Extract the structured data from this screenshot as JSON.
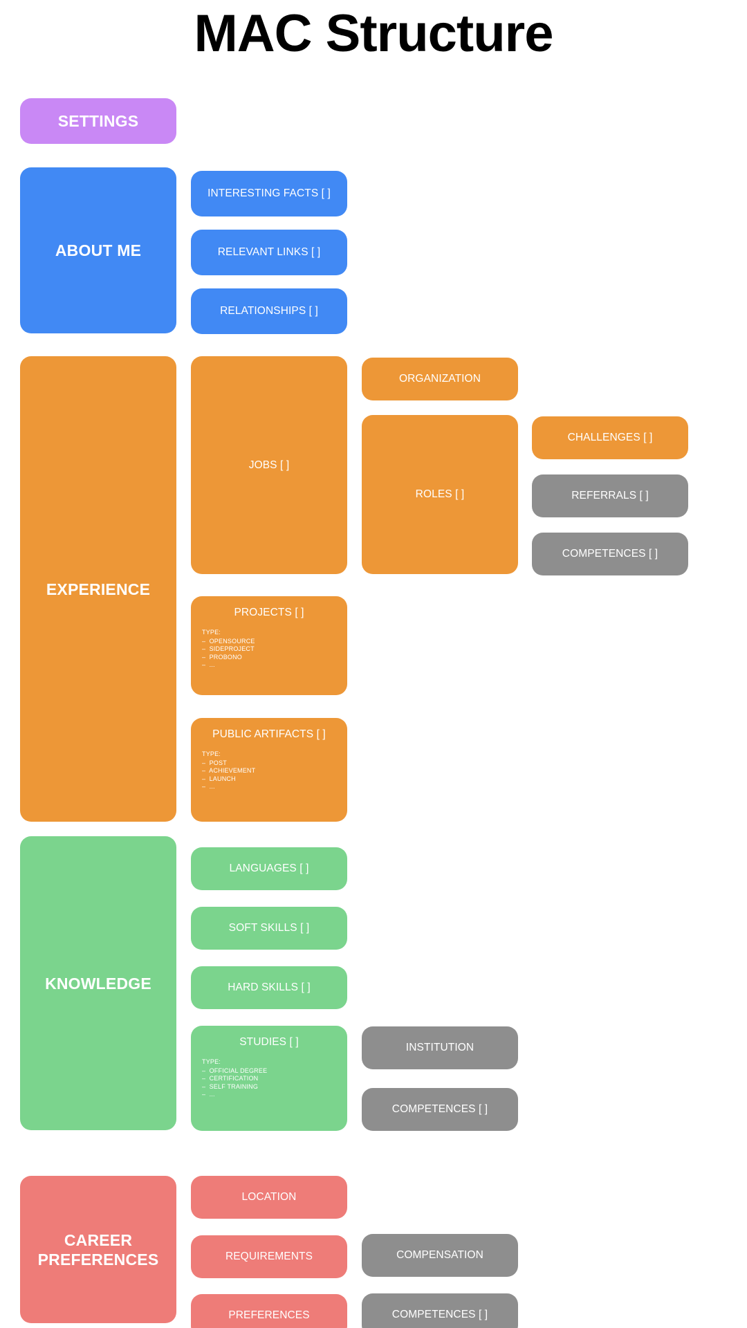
{
  "page": {
    "title": "MAC Structure",
    "background": "#FFFFFF"
  },
  "colors": {
    "purple": "#C988F5",
    "blue": "#4189F4",
    "orange": "#ED9737",
    "green": "#7BD48D",
    "salmon": "#EE7C78",
    "gray": "#8E8E8E",
    "text_on_box": "#FFFFFF",
    "title_text": "#000000"
  },
  "sections": {
    "settings": {
      "label": "SETTINGS",
      "color": "#C988F5"
    },
    "about_me": {
      "label": "ABOUT ME",
      "color": "#4189F4",
      "children": [
        {
          "label": "INTERESTING FACTS [ ]",
          "color": "#4189F4"
        },
        {
          "label": "RELEVANT LINKS [ ]",
          "color": "#4189F4"
        },
        {
          "label": "RELATIONSHIPS [ ]",
          "color": "#4189F4"
        }
      ]
    },
    "experience": {
      "label": "EXPERIENCE",
      "color": "#ED9737",
      "children": [
        {
          "label": "JOBS [ ]",
          "color": "#ED9737"
        },
        {
          "label": "PROJECTS [ ]",
          "color": "#ED9737"
        },
        {
          "label": "PUBLIC ARTIFACTS [ ]",
          "color": "#ED9737"
        }
      ],
      "jobs_children": [
        {
          "label": "ORGANIZATION",
          "color": "#ED9737"
        },
        {
          "label": "ROLES [ ]",
          "color": "#ED9737"
        }
      ],
      "roles_children": [
        {
          "label": "CHALLENGES [ ]",
          "color": "#ED9737"
        },
        {
          "label": "REFERRALS [ ]",
          "color": "#8E8E8E"
        },
        {
          "label": "COMPETENCES [ ]",
          "color": "#8E8E8E"
        }
      ],
      "projects_types": {
        "head": "TYPE:",
        "items": [
          "–  OPENSOURCE",
          "–  SIDEPROJECT",
          "–  PROBONO",
          "–  ..."
        ]
      },
      "artifacts_types": {
        "head": "TYPE:",
        "items": [
          "–  POST",
          "–  ACHIEVEMENT",
          "–  LAUNCH",
          "–  ..."
        ]
      }
    },
    "knowledge": {
      "label": "KNOWLEDGE",
      "color": "#7BD48D",
      "children": [
        {
          "label": "LANGUAGES [ ]",
          "color": "#7BD48D"
        },
        {
          "label": "SOFT SKILLS [ ]",
          "color": "#7BD48D"
        },
        {
          "label": "HARD SKILLS [ ]",
          "color": "#7BD48D"
        },
        {
          "label": "STUDIES [ ]",
          "color": "#7BD48D"
        }
      ],
      "studies_children": [
        {
          "label": "INSTITUTION",
          "color": "#8E8E8E"
        },
        {
          "label": "COMPETENCES [ ]",
          "color": "#8E8E8E"
        }
      ],
      "studies_types": {
        "head": "TYPE:",
        "items": [
          "–  OFFICIAL DEGREE",
          "–  CERTIFICATION",
          "–  SELF TRAINING",
          "–  ..."
        ]
      }
    },
    "career_preferences": {
      "label": "CAREER\nPREFERENCES",
      "label_line1": "CAREER",
      "label_line2": "PREFERENCES",
      "color": "#EE7C78",
      "children": [
        {
          "label": "LOCATION",
          "color": "#EE7C78"
        },
        {
          "label": "REQUIREMENTS",
          "color": "#EE7C78"
        },
        {
          "label": "PREFERENCES",
          "color": "#EE7C78"
        }
      ],
      "requirements_children": [
        {
          "label": "COMPENSATION",
          "color": "#8E8E8E"
        },
        {
          "label": "COMPETENCES [ ]",
          "color": "#8E8E8E"
        }
      ]
    }
  }
}
